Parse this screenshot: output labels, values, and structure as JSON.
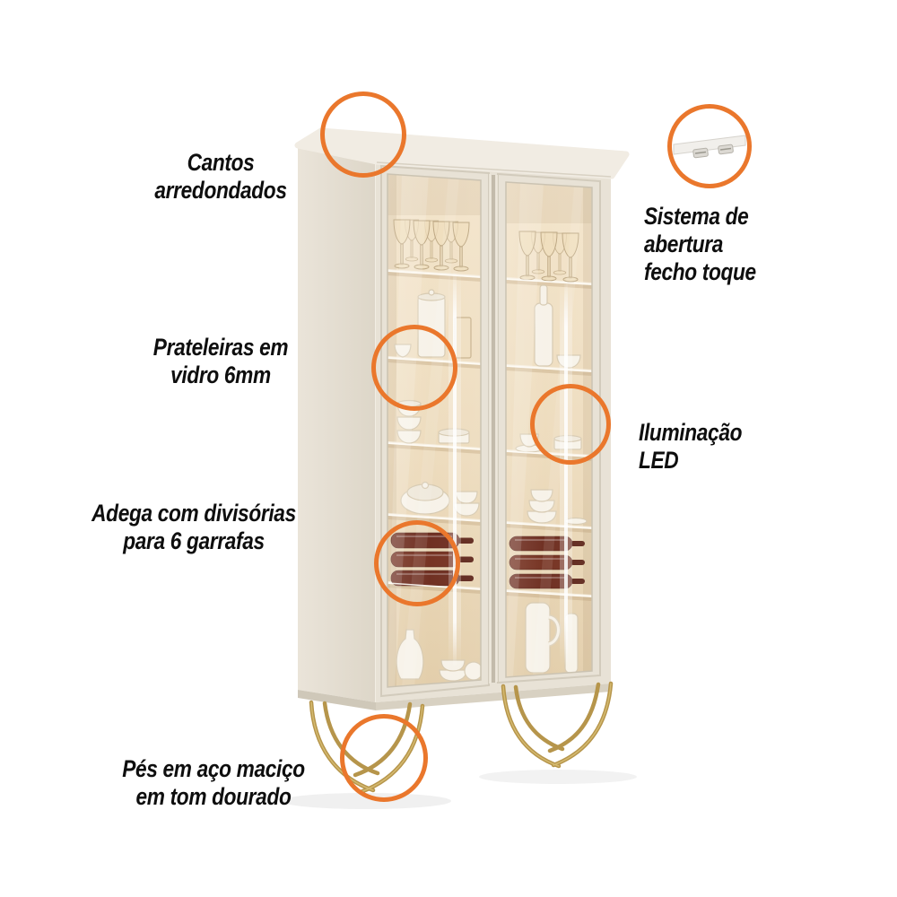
{
  "annotations": {
    "rounded_corners": {
      "line1": "Cantos",
      "line2": "arredondados"
    },
    "touch_opening": {
      "line1": "Sistema de abertura",
      "line2": "fecho toque"
    },
    "glass_shelves": {
      "line1": "Prateleiras em",
      "line2": "vidro 6mm"
    },
    "led_lighting": {
      "line1": "Iluminação",
      "line2": "LED"
    },
    "wine_rack": {
      "line1": "Adega com divisórias",
      "line2": "para 6 garrafas"
    },
    "feet": {
      "line1": "Pés em aço maciço",
      "line2": "em tom dourado"
    }
  },
  "colors": {
    "annotation_orange": "#EA772C",
    "cabinet_cream": "#E8E2D6",
    "interior_beige": "#EDDBBC",
    "gold_feet": "#B6954B",
    "text": "#0E0E0E",
    "background": "#FFFFFF"
  }
}
